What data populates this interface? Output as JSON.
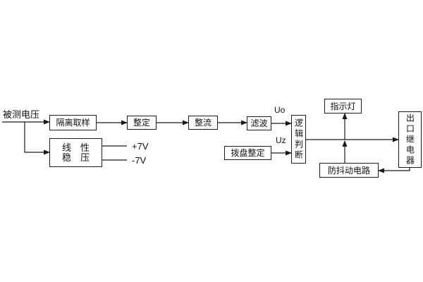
{
  "diagram": {
    "source_label": "被测电压",
    "blocks": {
      "isolation": "隔离取样",
      "setting": "整定",
      "rectifier": "整流",
      "filter": "滤波",
      "logic": "逻辑判断",
      "dial_setting": "拨盘整定",
      "indicator": "指示灯",
      "output_relay": "出口继电器",
      "anti_jitter": "防抖动电路",
      "regulator_row1": "线　性",
      "regulator_row2": "稳　压"
    },
    "signal_labels": {
      "uo": "Uo",
      "uz": "Uz",
      "plus_7v": "+7V",
      "minus_7v": "-7V"
    },
    "colors": {
      "line": "#1a1a1a",
      "background": "#ffffff"
    }
  }
}
